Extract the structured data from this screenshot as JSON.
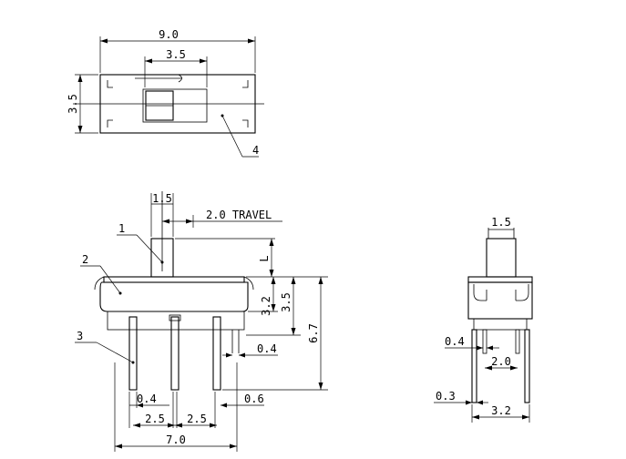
{
  "top_view": {
    "width_dim": "9.0",
    "actuator_dim": "3.5",
    "height_dim": "3.5",
    "callout_4": "4"
  },
  "front_view": {
    "actuator_width_dim": "1.5",
    "travel_label": "2.0 TRAVEL",
    "callout_1": "1",
    "callout_2": "2",
    "callout_3": "3",
    "length_label": "L",
    "body_height_dim": "3.2",
    "total_body_dim": "3.5",
    "overall_height_dim": "6.7",
    "pin_thickness_dim": "0.4",
    "pin_width_dim": "0.4",
    "pin_tip_dim": "0.6",
    "pitch_1": "2.5",
    "pitch_2": "2.5",
    "overall_width_dim": "7.0"
  },
  "side_view": {
    "actuator_width_dim": "1.5",
    "pin_thickness_dim": "0.4",
    "pin_spacing_dim": "2.0",
    "pin_tip_dim": "0.3",
    "overall_width_dim": "3.2"
  }
}
